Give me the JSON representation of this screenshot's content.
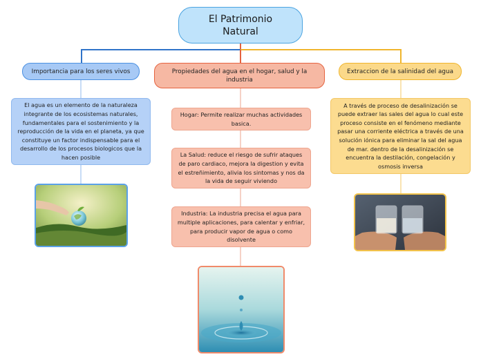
{
  "root": {
    "title": "El Patrimonio Natural"
  },
  "branches": [
    {
      "label": "Importancia para los seres vivos"
    },
    {
      "label": "Propiedades del agua en el hogar, salud y la industria"
    },
    {
      "label": "Extraccion de la salinidad del agua"
    }
  ],
  "notes": {
    "importancia": "El agua es un elemento de la naturaleza integrante de los ecosistemas naturales, fundamentales para el sostenimiento y la reproducción de la vida en el planeta, ya que constituye un factor indispensable para el desarrollo de los procesos biologicos que la hacen posible",
    "hogar": "Hogar: Permite realizar muchas actividades basica.",
    "salud": "La Salud: reduce el riesgo de sufrir ataques de paro cardiaco, mejora la digestion y evita el estreñimiento, alivia los sintomas y nos da la vida de seguir viviendo",
    "industria": "Industria: La industria precisa el agua para multiple aplicaciones, para calentar  y enfriar, para producir vapor de agua o como disolvente",
    "extraccion": "A través de proceso de desalinización se puede extraer las sales del agua lo cual este proceso consiste en el fenómeno mediante pasar una corriente eléctrica a través de una solución iónica para eliminar la sal del agua de mar. dentro de la desalinización se encuentra la destilación, congelación y osmosis inversa"
  },
  "colors": {
    "blue": "#4a90e2",
    "orange": "#e5623e",
    "yellow": "#f0b52c"
  }
}
